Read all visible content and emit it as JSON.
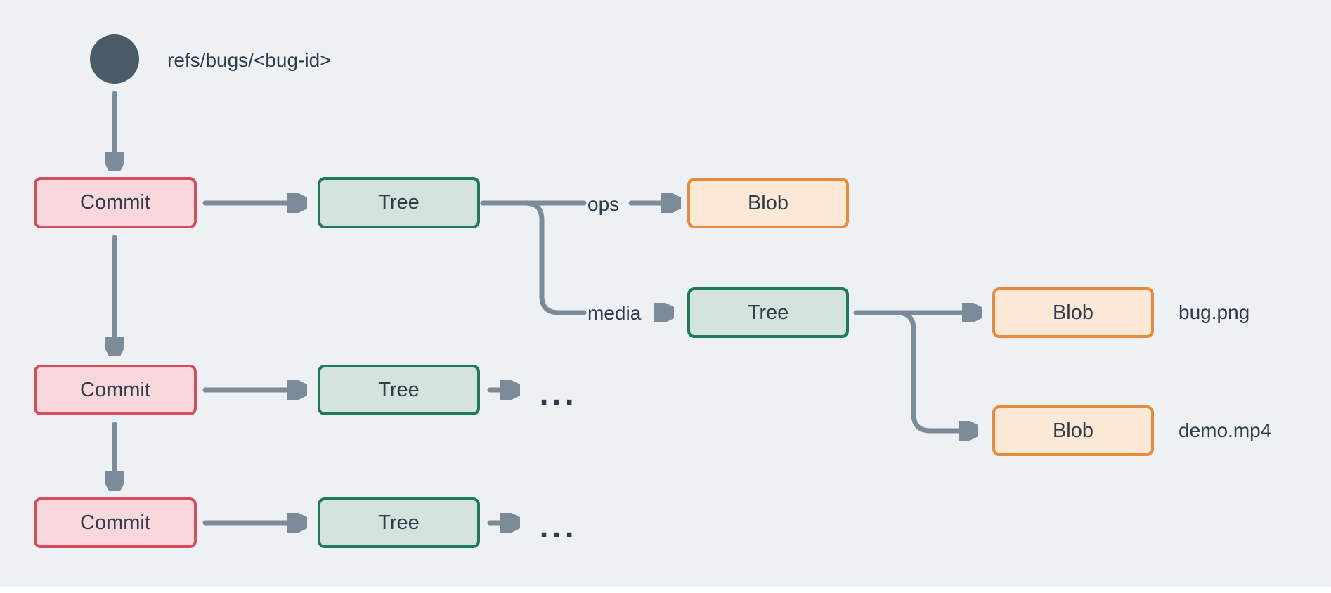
{
  "colors": {
    "background": "#edf1f4",
    "surface_strip": "#ffffff",
    "arrow": "#7b8b99",
    "text": "#2e3d49",
    "ref_circle": "#4a5b68",
    "commit_fill": "#f8d8dc",
    "commit_border": "#d44d5c",
    "tree_fill": "#d4e3dd",
    "tree_border": "#1d7a5f",
    "blob_fill": "#fce8d6",
    "blob_border": "#e88a3b"
  },
  "ref": {
    "label": "refs/bugs/<bug-id>"
  },
  "nodes": {
    "commit1": "Commit",
    "commit2": "Commit",
    "commit3": "Commit",
    "tree1": "Tree",
    "tree2": "Tree",
    "tree3": "Tree",
    "tree_media": "Tree",
    "blob_ops": "Blob",
    "blob_bug": "Blob",
    "blob_demo": "Blob"
  },
  "edge_labels": {
    "ops": "ops",
    "media": "media"
  },
  "file_labels": {
    "bug": "bug.png",
    "demo": "demo.mp4"
  },
  "ellipsis": {
    "row2": "...",
    "row3": "..."
  }
}
